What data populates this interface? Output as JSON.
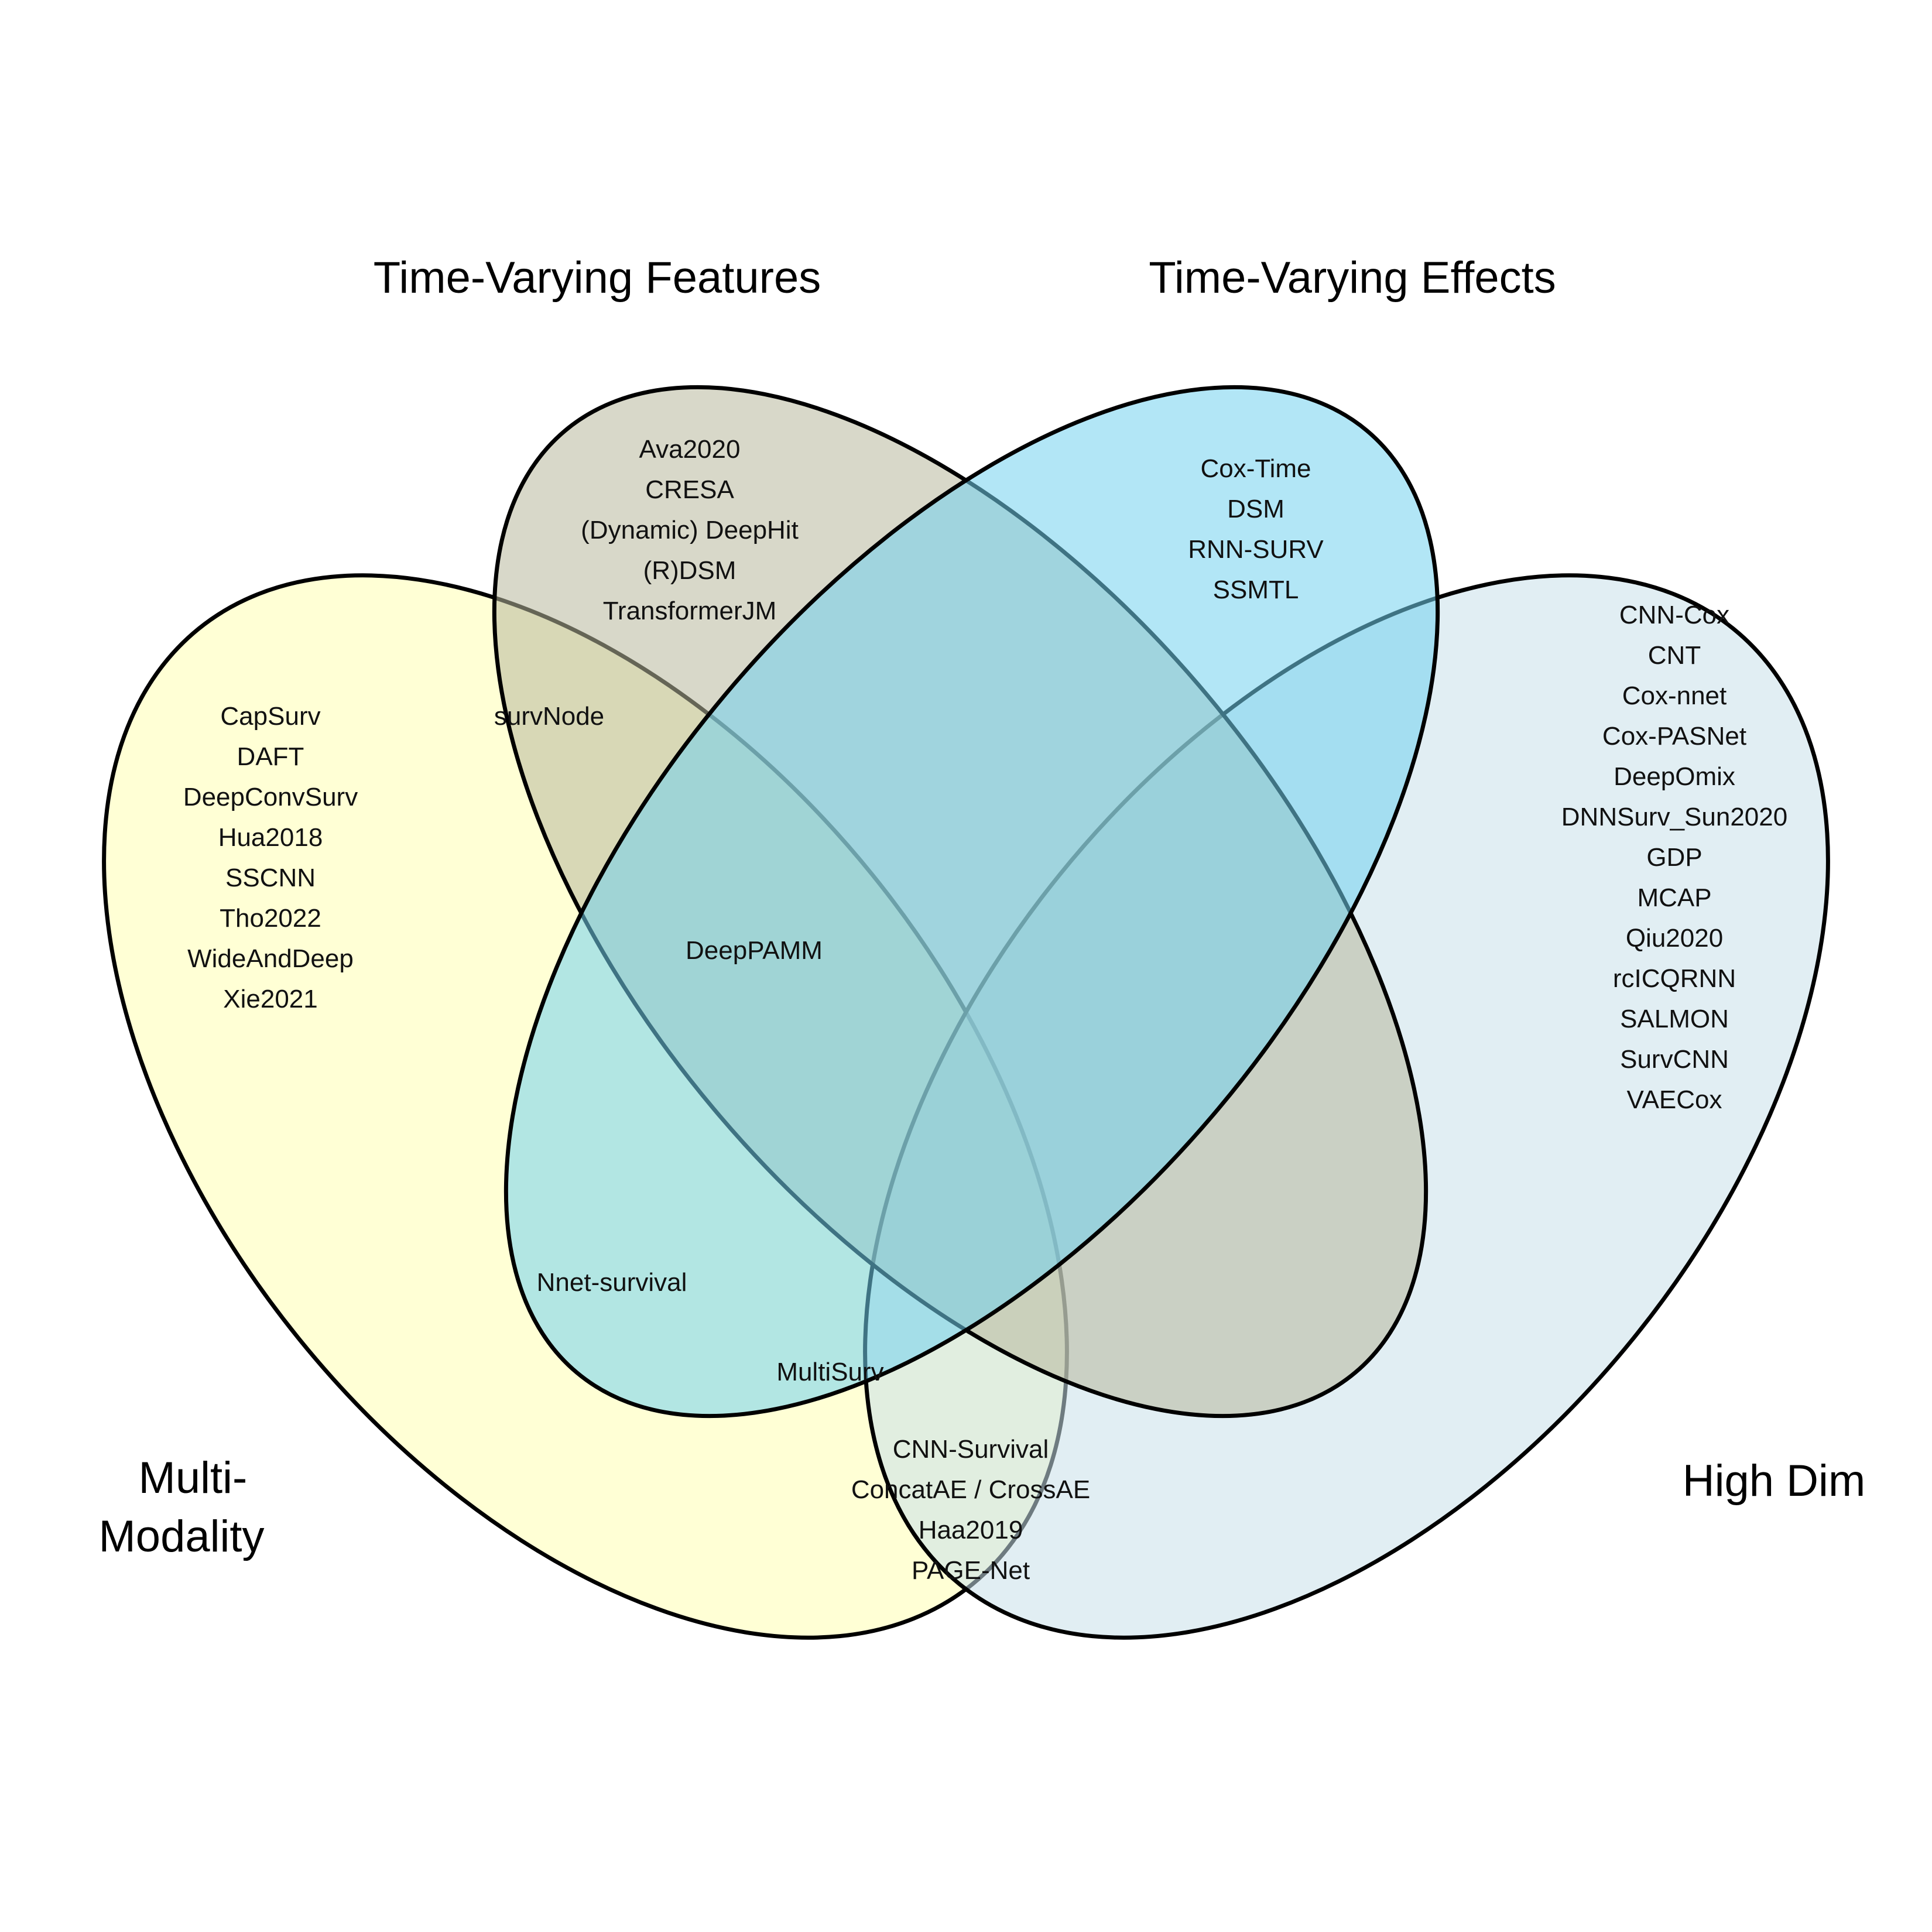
{
  "sets": {
    "multi_modality": {
      "title_lines": [
        "Multi-",
        "Modality"
      ],
      "color": "#ffffb3"
    },
    "tv_features": {
      "title_lines": [
        "Time-Varying Features"
      ],
      "color": "#b8b89c"
    },
    "tv_effects": {
      "title_lines": [
        "Time-Varying Effects"
      ],
      "color": "#72d2ef"
    },
    "high_dim": {
      "title_lines": [
        "High Dim"
      ],
      "color": "#c9e0ea"
    }
  },
  "regions": {
    "multi_modality_only": [
      "CapSurv",
      "DAFT",
      "DeepConvSurv",
      "Hua2018",
      "SSCNN",
      "Tho2022",
      "WideAndDeep",
      "Xie2021"
    ],
    "tv_features_only": [
      "Ava2020",
      "CRESA",
      "(Dynamic) DeepHit",
      "(R)DSM",
      "TransformerJM"
    ],
    "tv_effects_only": [
      "Cox-Time",
      "DSM",
      "RNN-SURV",
      "SSMTL"
    ],
    "high_dim_only": [
      "CNN-Cox",
      "CNT",
      "Cox-nnet",
      "Cox-PASNet",
      "DeepOmix",
      "DNNSurv_Sun2020",
      "GDP",
      "MCAP",
      "Qiu2020",
      "rcICQRNN",
      "SALMON",
      "SurvCNN",
      "VAECox"
    ],
    "multi_modality_and_tv_features": [
      "survNode"
    ],
    "multi_modality_tv_features_tv_effects": [
      "DeepPAMM"
    ],
    "multi_modality_and_tv_effects": [
      "Nnet-survival"
    ],
    "multi_modality_tv_effects_high_dim": [
      "MultiSurv"
    ],
    "multi_modality_and_high_dim": [
      "CNN-Survival",
      "ConcatAE / CrossAE",
      "Haa2019",
      "PAGE-Net"
    ]
  }
}
